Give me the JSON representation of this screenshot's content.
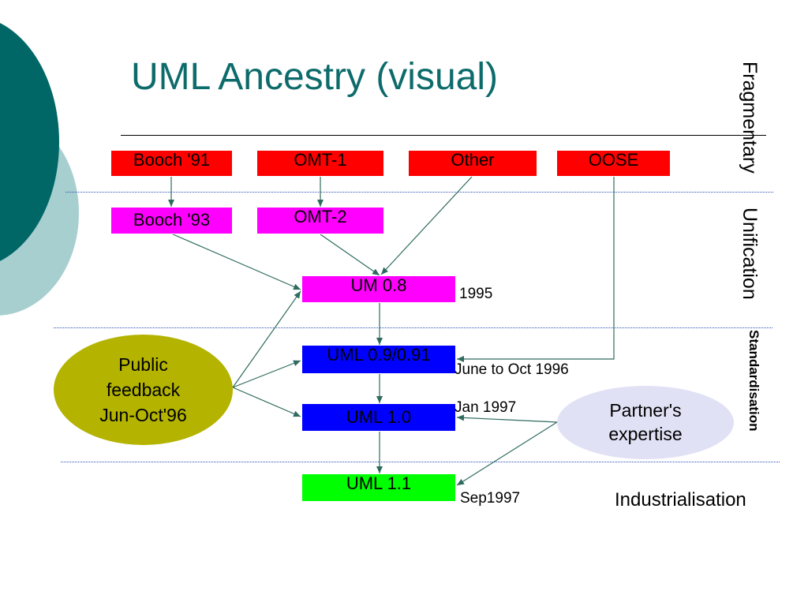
{
  "title": "UML Ancestry (visual)",
  "phases": {
    "fragmentary": "Fragmentary",
    "unification": "Unification",
    "standardisation": "Standardisation",
    "industrialisation": "Industrialisation"
  },
  "boxes": {
    "booch91": "Booch '91",
    "omt1": "OMT-1",
    "other": "Other",
    "oose": "OOSE",
    "booch93": "Booch '93",
    "omt2": "OMT-2",
    "um08": "UM 0.8",
    "uml091": "UML 0.9/0.91",
    "uml10": "UML 1.0",
    "uml11": "UML 1.1"
  },
  "dates": {
    "um08": "1995",
    "uml091": "June to Oct 1996",
    "uml10": "Jan 1997",
    "uml11": "Sep1997"
  },
  "ellipses": {
    "public_feedback": [
      "Public",
      "feedback",
      "Jun-Oct'96"
    ],
    "partner_expertise": [
      "Partner's",
      "expertise"
    ]
  },
  "colors": {
    "title": "#0d6b6b",
    "fragmentary_boxes": "#ff0000",
    "unification_boxes": "#ff00ff",
    "standard_boxes": "#0000ff",
    "release_box": "#00ff00",
    "public_feedback": "#b3b300",
    "partner_expertise": "#e1e1f6",
    "arrows": "#2e6b5e"
  }
}
